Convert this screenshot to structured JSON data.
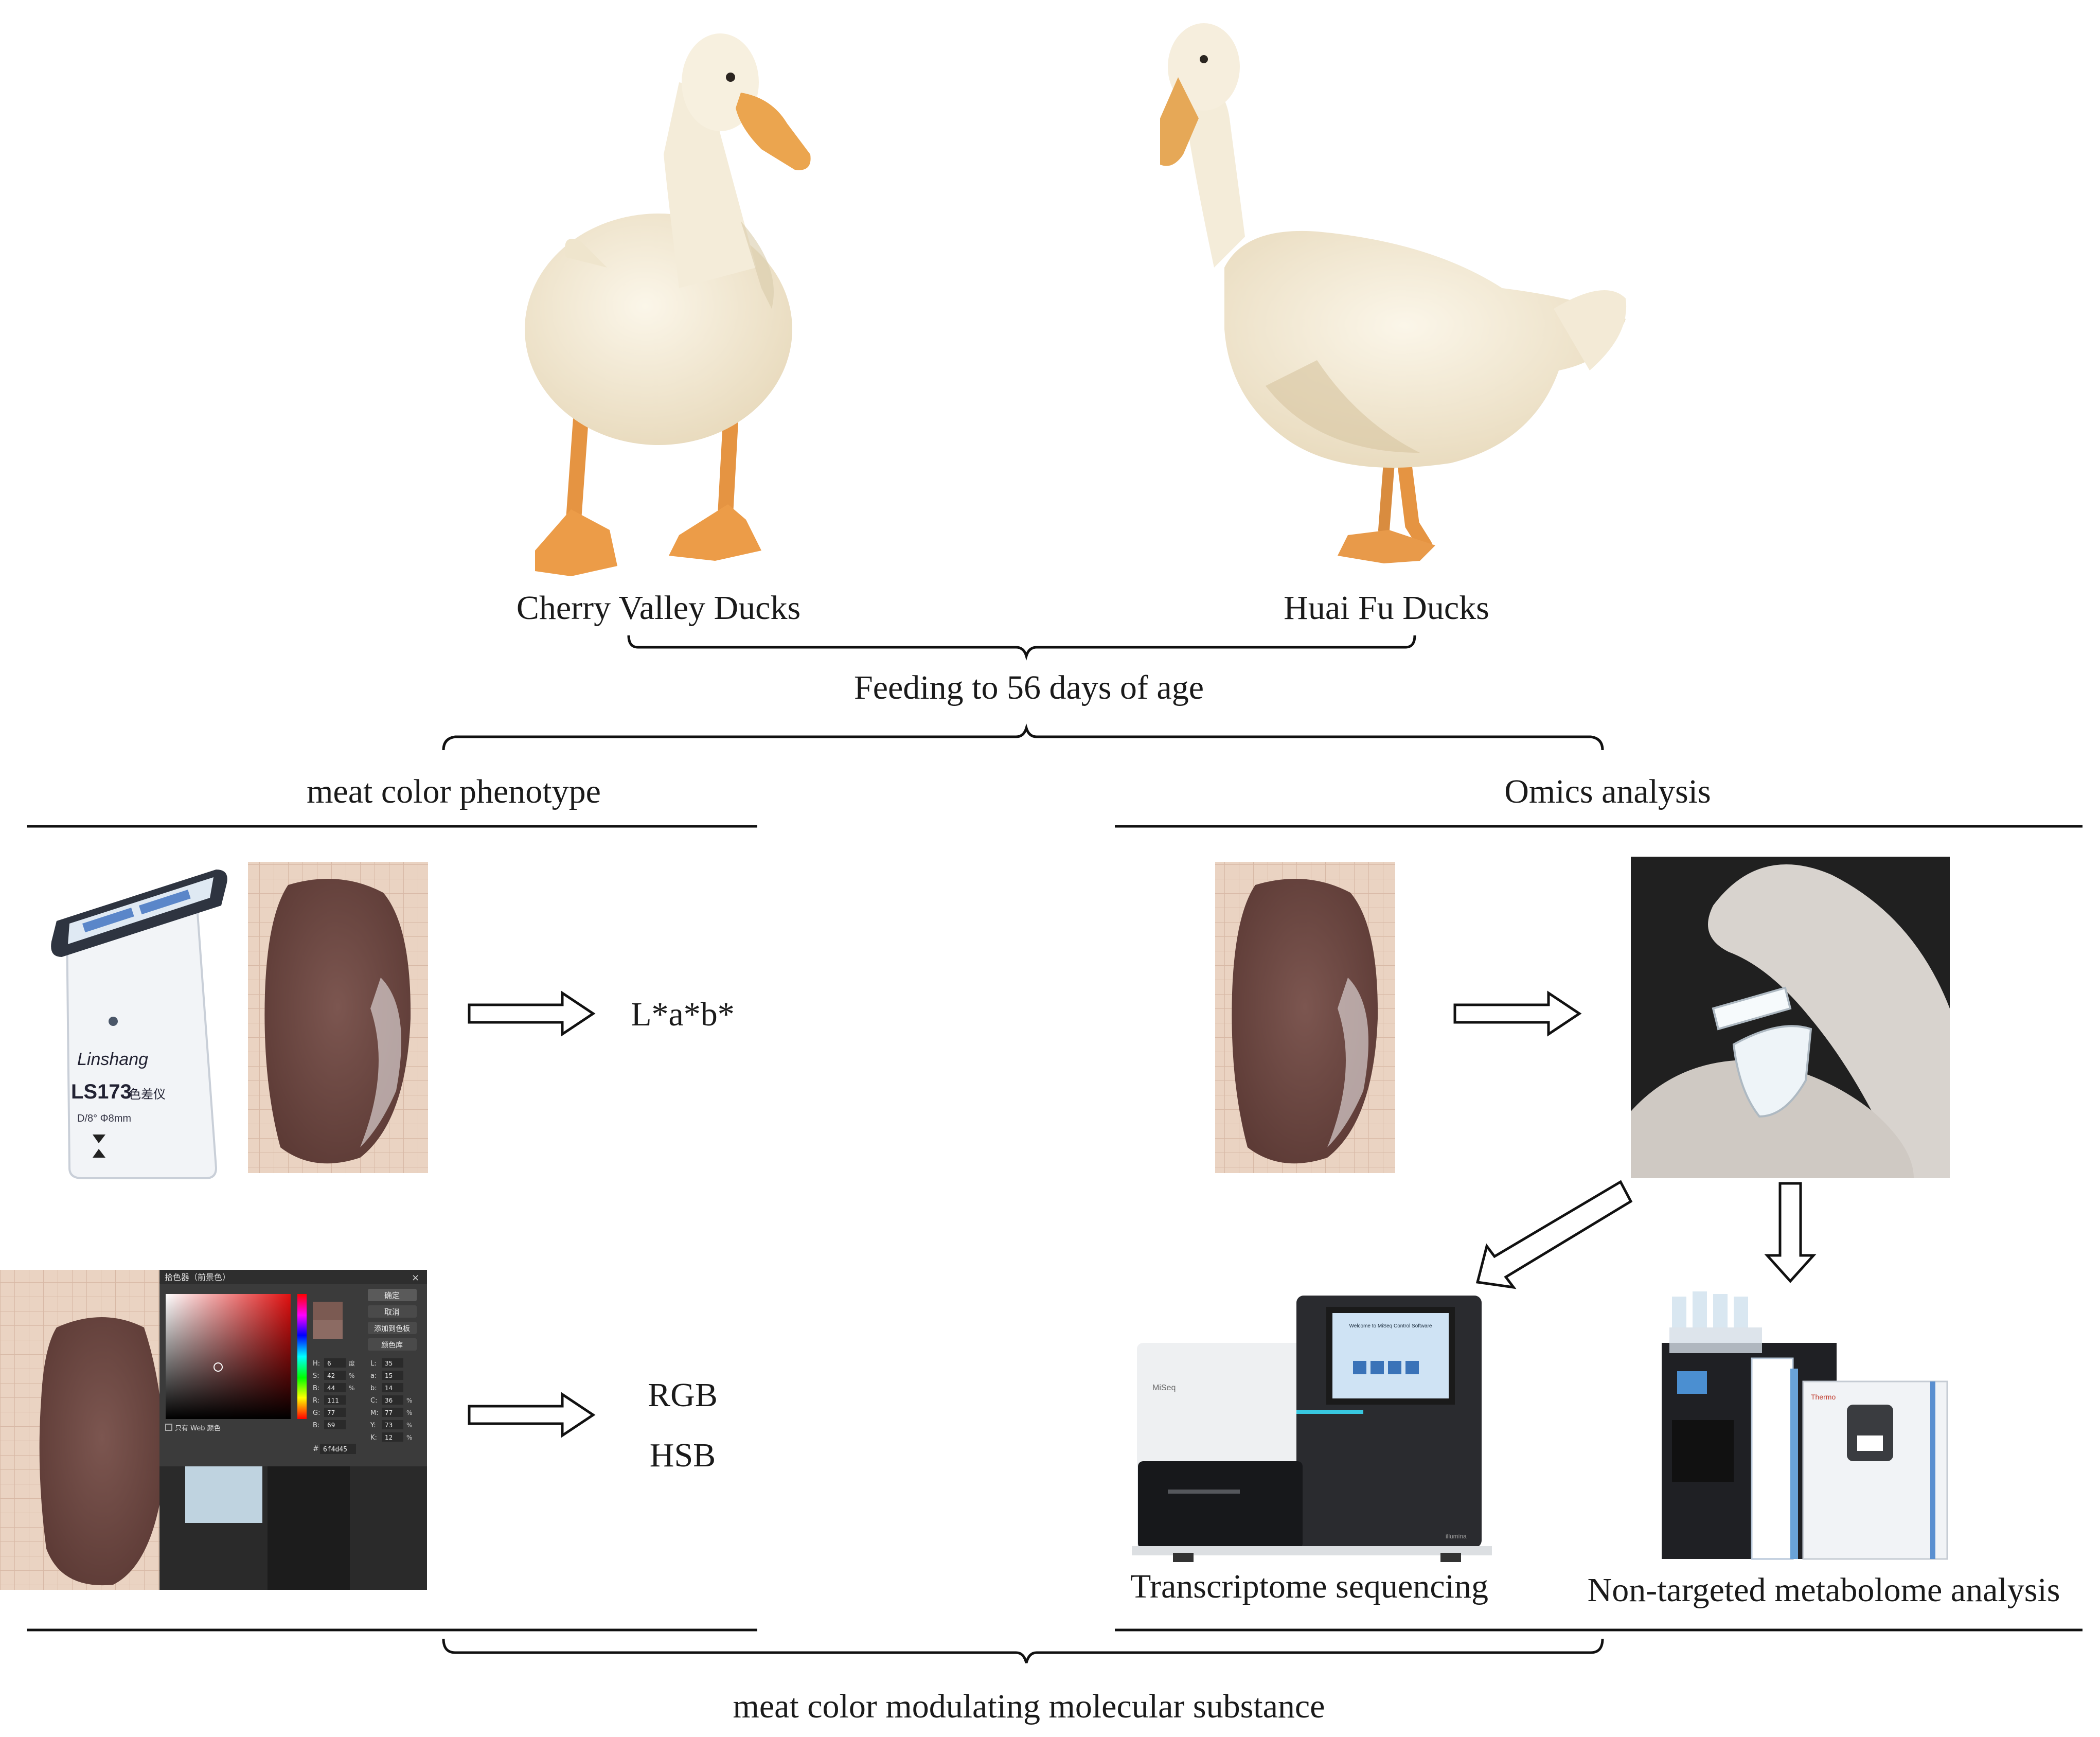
{
  "breeds": {
    "left": "Cherry Valley Ducks",
    "right": "Huai Fu Ducks"
  },
  "feeding": "Feeding to 56 days of age",
  "branches": {
    "left": "meat color phenotype",
    "right": "Omics analysis"
  },
  "outputs": {
    "lab": "L*a*b*",
    "rgb": "RGB",
    "hsb": "HSB"
  },
  "device": {
    "brand": "Linshang",
    "model": "LS173",
    "model_suffix": "色差仪",
    "spec": "D/8° Φ8mm"
  },
  "sequencer": {
    "screen_title": "Welcome to MiSeq Control Software",
    "brand": "MiSeq",
    "maker": "illumina"
  },
  "ms_instrument": {
    "maker": "Thermo"
  },
  "picker": {
    "title": "拾色器（前景色）",
    "ok": "确定",
    "cancel": "取消",
    "add_swatch": "添加到色板",
    "libraries": "颜色库",
    "web_only": "只有 Web 颜色",
    "fields": [
      {
        "k": "H:",
        "v": "6",
        "u": "度"
      },
      {
        "k": "S:",
        "v": "42",
        "u": "%"
      },
      {
        "k": "B:",
        "v": "44",
        "u": "%"
      },
      {
        "k": "R:",
        "v": "111"
      },
      {
        "k": "G:",
        "v": "77"
      },
      {
        "k": "B:",
        "v": "69"
      }
    ],
    "lab_fields": [
      {
        "k": "L:",
        "v": "35"
      },
      {
        "k": "a:",
        "v": "15"
      },
      {
        "k": "b:",
        "v": "14"
      },
      {
        "k": "C:",
        "v": "36",
        "u": "%"
      },
      {
        "k": "M:",
        "v": "77",
        "u": "%"
      },
      {
        "k": "Y:",
        "v": "73",
        "u": "%"
      },
      {
        "k": "K:",
        "v": "12",
        "u": "%"
      }
    ],
    "hex": "6f4d45"
  },
  "techniques": {
    "transcriptome": "Transcriptome sequencing",
    "metabolome": "Non-targeted metabolome analysis"
  },
  "conclusion": "meat color modulating molecular substance",
  "colors": {
    "duck_body": "#f1e7cf",
    "duck_bill": "#eba54f",
    "duck_feet": "#eb9a45",
    "meat": "#6f4d45",
    "meat_bg": "#e9d2c1",
    "glove": "#d7d2cd",
    "instrument_dark": "#2a2b2f",
    "instrument_light": "#eef0f2"
  }
}
